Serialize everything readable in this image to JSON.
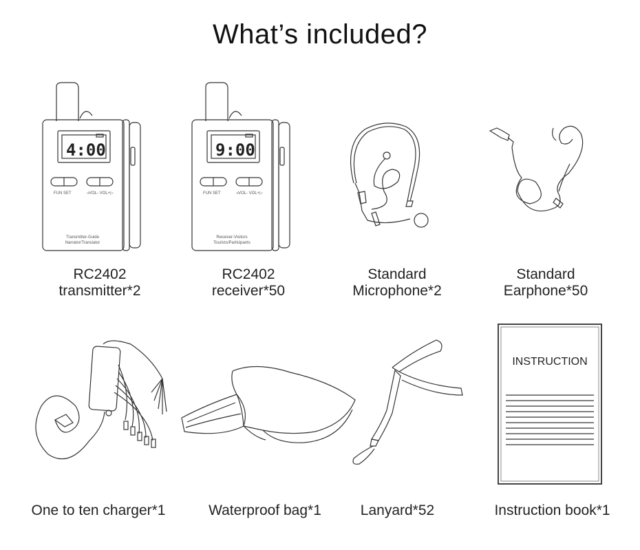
{
  "title": "What’s included?",
  "items": [
    {
      "icon": "transmitter-icon",
      "caption_line1": "RC2402",
      "caption_line2": "transmitter*2",
      "lcd": "4:00",
      "buttons": "FUN  SET",
      "vol": "◃VOL-   VOL+▷",
      "body_line1": "Transmitter-Guide",
      "body_line2": "Narrator/Translator"
    },
    {
      "icon": "receiver-icon",
      "caption_line1": "RC2402",
      "caption_line2": "receiver*50",
      "lcd": "9:00",
      "buttons": "FUN  SET",
      "vol": "◃VOL-   VOL+▷",
      "body_line1": "Receiver-Visitors",
      "body_line2": "Tourists/Participants"
    },
    {
      "icon": "microphone-icon",
      "caption_line1": "Standard",
      "caption_line2": "Microphone*2"
    },
    {
      "icon": "earphone-icon",
      "caption_line1": "Standard",
      "caption_line2": "Earphone*50"
    },
    {
      "icon": "charger-icon",
      "caption_line1": "One to ten charger*1"
    },
    {
      "icon": "bag-icon",
      "caption_line1": "Waterproof bag*1"
    },
    {
      "icon": "lanyard-icon",
      "caption_line1": "Lanyard*52"
    },
    {
      "icon": "instruction-book-icon",
      "caption_line1": "Instruction book*1",
      "book_title": "INSTRUCTION"
    }
  ]
}
